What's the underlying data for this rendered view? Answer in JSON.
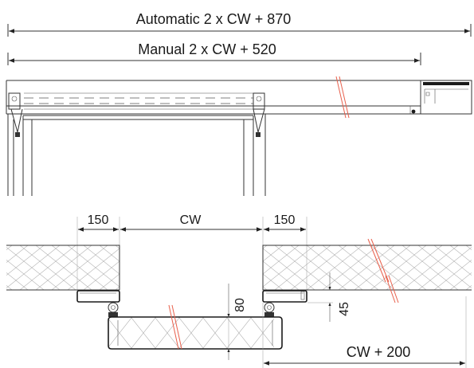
{
  "dimensions": {
    "automatic": "Automatic 2 x CW + 870",
    "manual": "Manual 2 x CW + 520",
    "left_offset": "150",
    "opening": "CW",
    "right_offset": "150",
    "depth_80": "80",
    "depth_45": "45",
    "bottom": "CW + 200"
  },
  "colors": {
    "line": "#333333",
    "break_mark": "#e8604c",
    "hatch": "#b0b0b0"
  }
}
